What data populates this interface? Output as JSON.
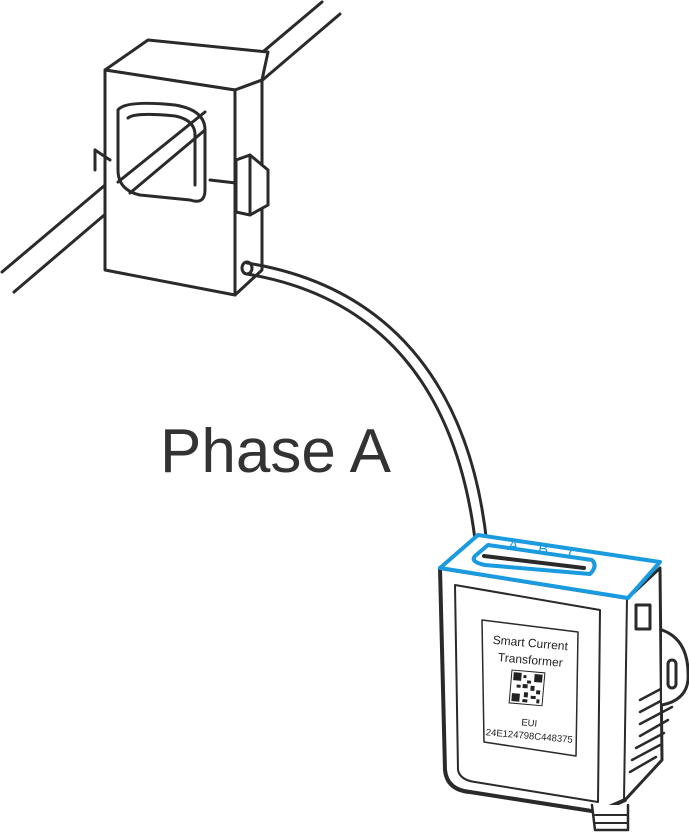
{
  "caption": "Phase A",
  "device": {
    "phase_marks": [
      "A",
      "B",
      "C"
    ],
    "label_line1": "Smart Current",
    "label_line2": "Transformer",
    "eui_label": "EUI",
    "eui_value": "24E124798C448375"
  },
  "colors": {
    "accent": "#1a9be0",
    "line": "#2a2a2a",
    "text": "#333333"
  }
}
